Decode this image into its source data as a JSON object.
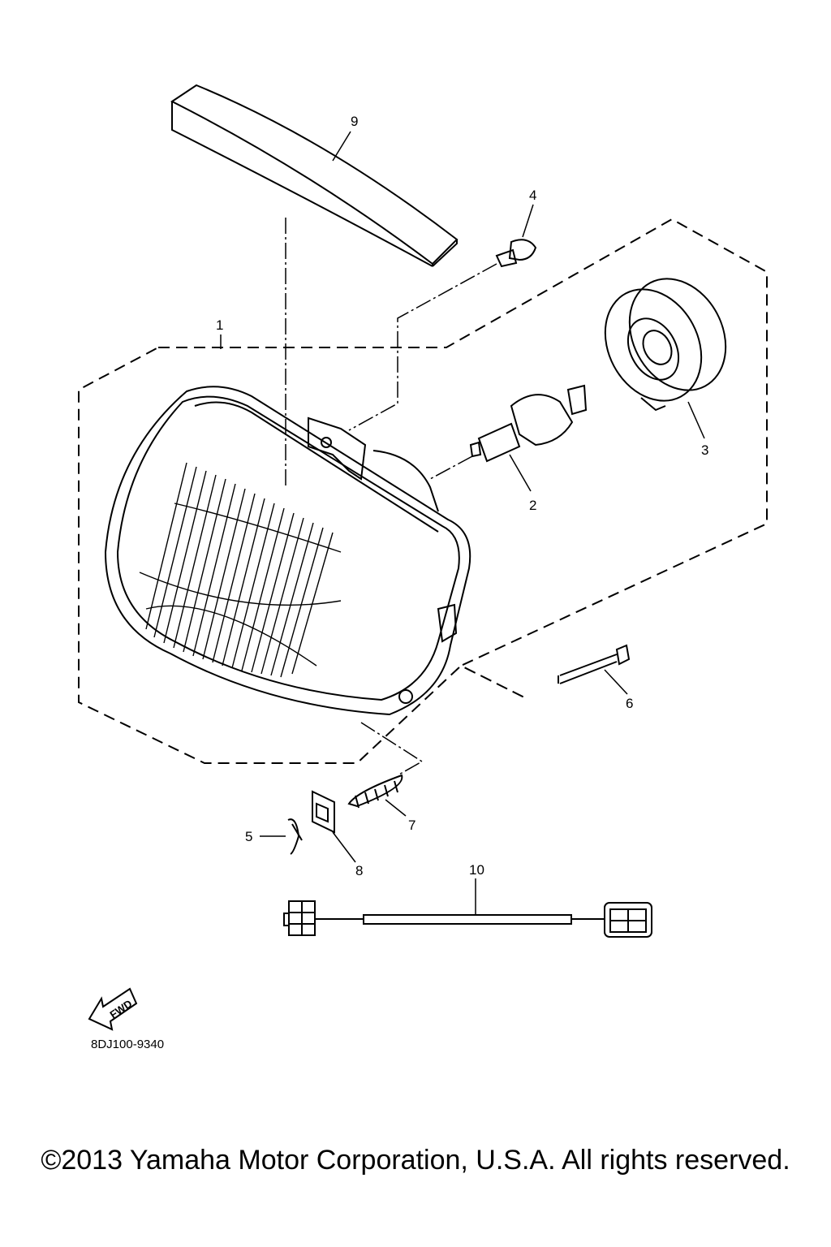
{
  "callouts": [
    {
      "id": "1",
      "label": "1"
    },
    {
      "id": "2",
      "label": "2"
    },
    {
      "id": "3",
      "label": "3"
    },
    {
      "id": "4",
      "label": "4"
    },
    {
      "id": "5",
      "label": "5"
    },
    {
      "id": "6",
      "label": "6"
    },
    {
      "id": "7",
      "label": "7"
    },
    {
      "id": "8",
      "label": "8"
    },
    {
      "id": "9",
      "label": "9"
    },
    {
      "id": "10",
      "label": "10"
    }
  ],
  "fwd_label": "FWD",
  "part_code": "8DJ100-9340",
  "copyright": "©2013 Yamaha Motor Corporation, U.S.A. All rights reserved."
}
